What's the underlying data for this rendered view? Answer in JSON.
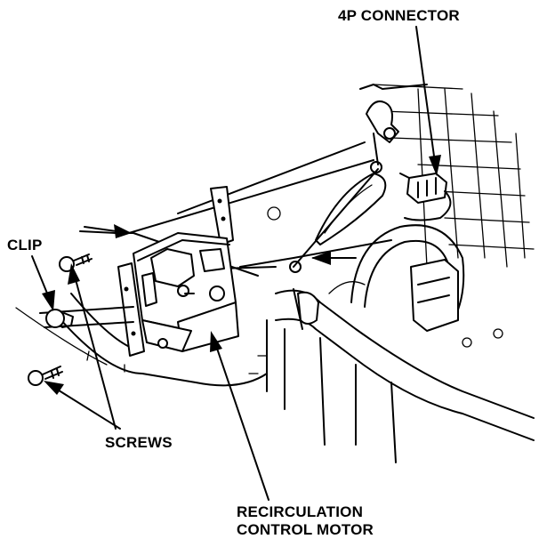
{
  "labels": {
    "connector": "4P CONNECTOR",
    "clip": "CLIP",
    "screws": "SCREWS",
    "motor_line1": "RECIRCULATION",
    "motor_line2": "CONTROL MOTOR"
  },
  "colors": {
    "ink": "#000000",
    "paper": "#ffffff"
  }
}
